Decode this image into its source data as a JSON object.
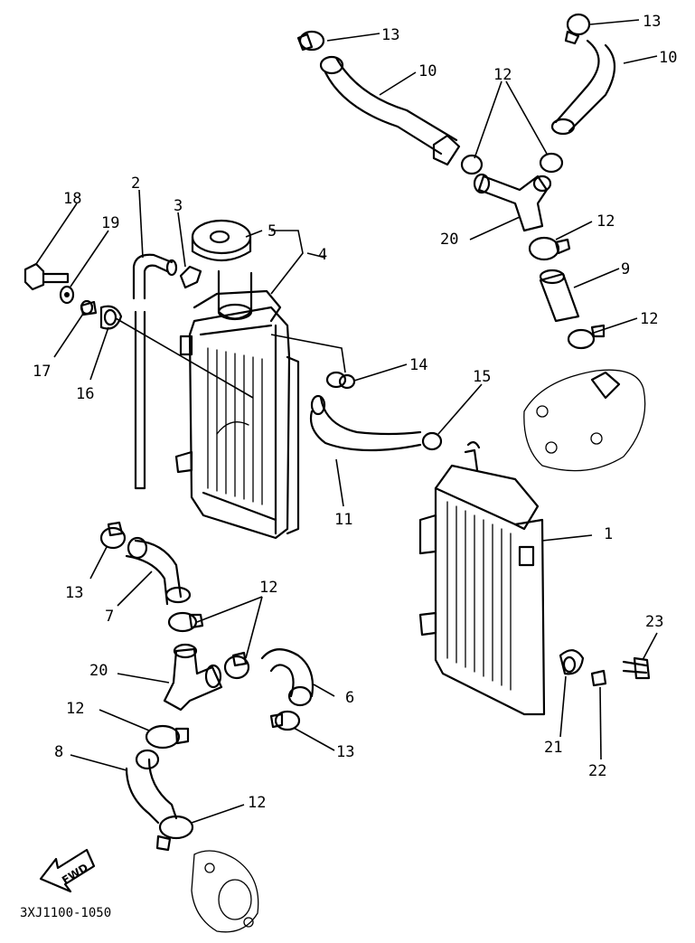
{
  "diagram_code": "3XJ1100-1050",
  "fwd_label": "FWD",
  "callouts": {
    "c1": "1",
    "c2": "2",
    "c3": "3",
    "c4": "4",
    "c5": "5",
    "c6": "6",
    "c7": "7",
    "c8": "8",
    "c9": "9",
    "c10a": "10",
    "c10b": "10",
    "c11": "11",
    "c12a": "12",
    "c12b": "12",
    "c12c": "12",
    "c12d": "12",
    "c12e": "12",
    "c12f": "12",
    "c13a": "13",
    "c13b": "13",
    "c13c": "13",
    "c13d": "13",
    "c14": "14",
    "c15": "15",
    "c16": "16",
    "c17": "17",
    "c18": "18",
    "c19": "19",
    "c20a": "20",
    "c20b": "20",
    "c21": "21",
    "c22": "22",
    "c23": "23"
  }
}
